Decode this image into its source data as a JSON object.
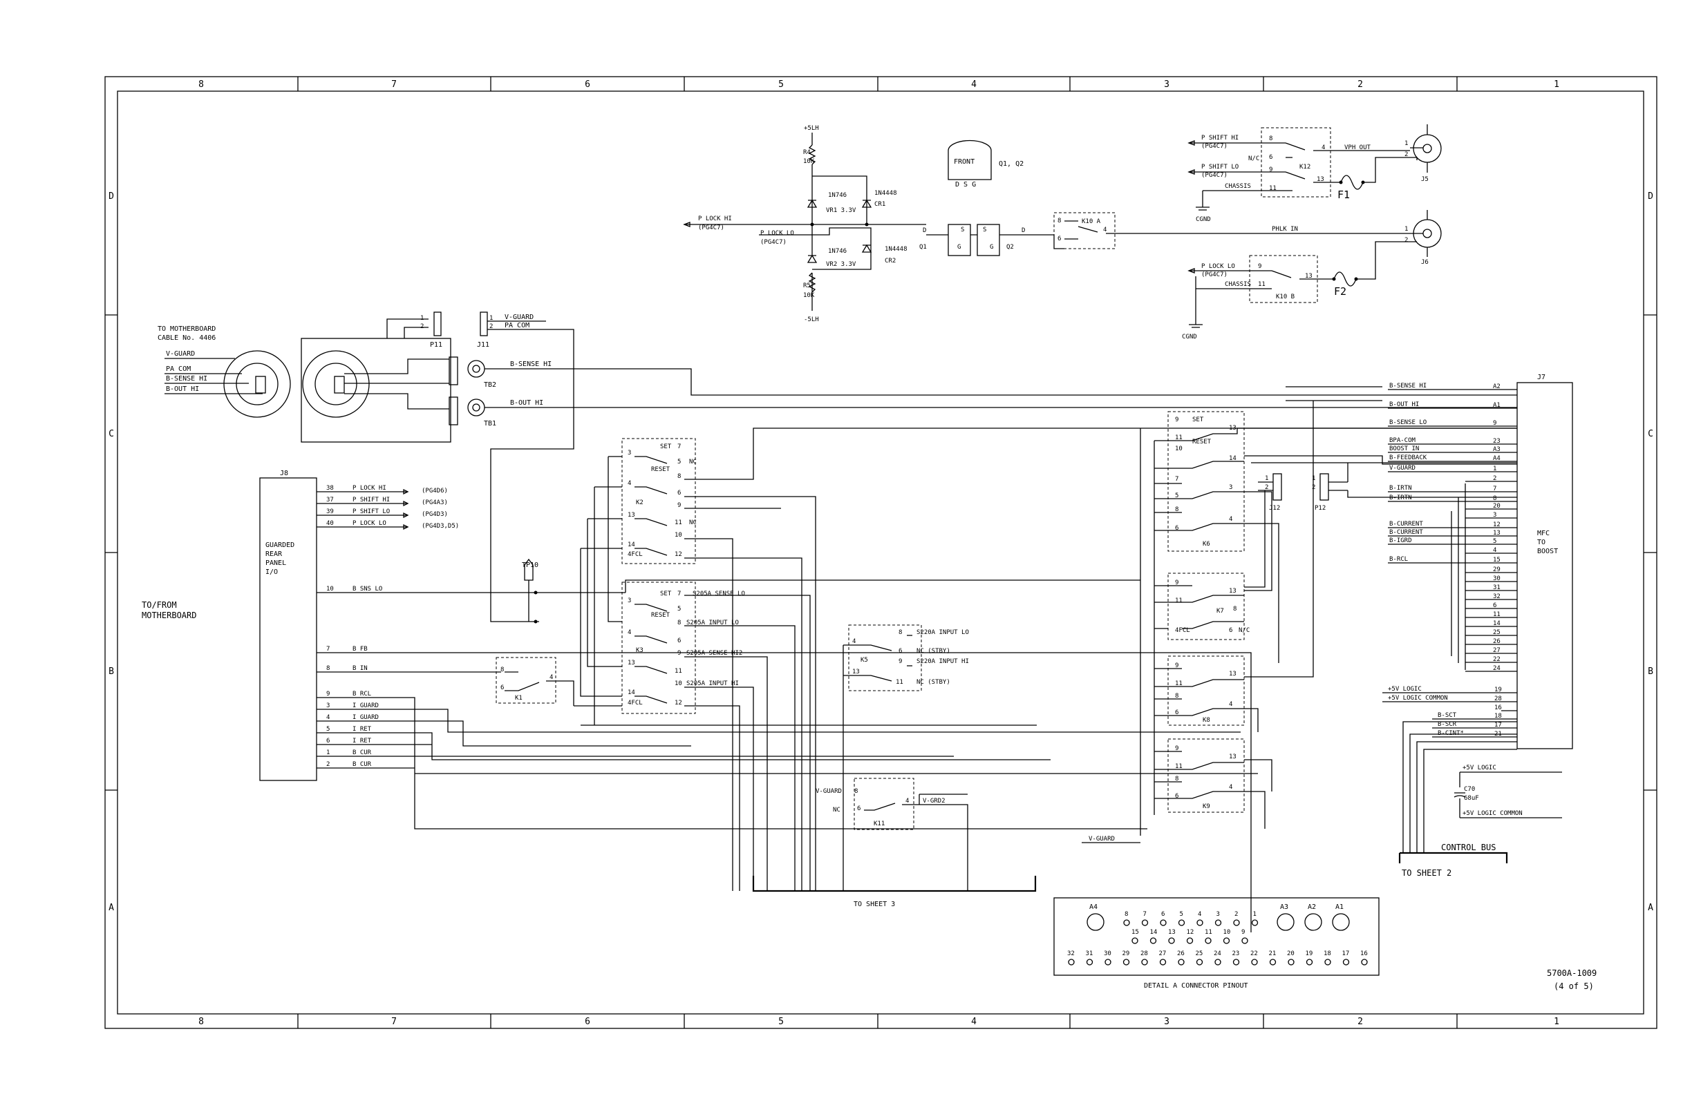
{
  "zones_top": [
    "8",
    "7",
    "6",
    "5",
    "4",
    "3",
    "2",
    "1"
  ],
  "zones_bottom": [
    "8",
    "7",
    "6",
    "5",
    "4",
    "3",
    "2",
    "1"
  ],
  "zones_left": [
    "D",
    "C",
    "B",
    "A"
  ],
  "zones_right": [
    "D",
    "C",
    "B",
    "A"
  ],
  "drawing_number": "5700A-1009",
  "sheet_of": "(4 of 5)",
  "motherboard_cable": [
    "TO MOTHERBOARD",
    "CABLE No. 4406"
  ],
  "cable_signals": [
    "V-GUARD",
    "PA COM",
    "B-SENSE HI",
    "B-OUT HI"
  ],
  "p11_label": "P11",
  "j11_label": "J11",
  "j11_signals": [
    "V-GUARD",
    "PA COM"
  ],
  "tb2_label": "TB2",
  "tb1_label": "TB1",
  "tb2_signal": "B-SENSE HI",
  "tb1_signal": "B-OUT HI",
  "to_from_motherboard": [
    "TO/FROM",
    "MOTHERBOARD"
  ],
  "j8_label": "J8",
  "j8_body": [
    "GUARDED",
    "REAR",
    "PANEL",
    "I/O"
  ],
  "j8_pins": [
    {
      "pin": "38",
      "sig": "P LOCK HI",
      "ref": "(PG4D6)"
    },
    {
      "pin": "37",
      "sig": "P SHIFT HI",
      "ref": "(PG4A3)"
    },
    {
      "pin": "39",
      "sig": "P SHIFT LO",
      "ref": "(PG4D3)"
    },
    {
      "pin": "40",
      "sig": "P LOCK LO",
      "ref": "(PG4D3,D5)"
    },
    {
      "pin": "10",
      "sig": "B SNS LO",
      "ref": ""
    },
    {
      "pin": "7",
      "sig": "B FB",
      "ref": ""
    },
    {
      "pin": "8",
      "sig": "B IN",
      "ref": ""
    },
    {
      "pin": "9",
      "sig": "B RCL",
      "ref": ""
    },
    {
      "pin": "3",
      "sig": "I GUARD",
      "ref": ""
    },
    {
      "pin": "4",
      "sig": "I GUARD",
      "ref": ""
    },
    {
      "pin": "5",
      "sig": "I RET",
      "ref": ""
    },
    {
      "pin": "6",
      "sig": "I RET",
      "ref": ""
    },
    {
      "pin": "1",
      "sig": "B CUR",
      "ref": ""
    },
    {
      "pin": "2",
      "sig": "B CUR",
      "ref": ""
    }
  ],
  "tp10": "TP10",
  "vsupply_top": "+5LH",
  "vsupply_bottom": "-5LH",
  "r4": [
    "R4",
    "10K"
  ],
  "r5": [
    "R5",
    "10K"
  ],
  "vr1": [
    "1N746",
    "VR1 3.3V"
  ],
  "vr2": [
    "1N746",
    "VR2 3.3V"
  ],
  "cr1": [
    "1N4448",
    "CR1"
  ],
  "cr2": [
    "1N4448",
    "CR2"
  ],
  "p_lock_hi": [
    "P LOCK HI",
    "(PG4C7)"
  ],
  "p_lock_lo": [
    "P LOCK LO",
    "(PG4C7)"
  ],
  "fet_pins": [
    "D",
    "G",
    "S",
    "S",
    "G",
    "D"
  ],
  "q1": "Q1",
  "q2": "Q2",
  "front": "FRONT",
  "front_pins": "D S G",
  "q1q2": "Q1, Q2",
  "k10a": {
    "label": "K10 A",
    "pins": [
      "8",
      "6",
      "4"
    ]
  },
  "k12": {
    "label": "K12",
    "pins": [
      "8",
      "4",
      "6",
      "9",
      "11",
      "13"
    ],
    "nc": "N/C"
  },
  "k12_inputs": [
    "P SHIFT HI",
    "(PG4C7)",
    "P SHIFT LO",
    "(PG4C7)",
    "CHASSIS"
  ],
  "vph_out": "VPH OUT",
  "phlk_in": "PHLK IN",
  "f1": "F1",
  "f2": "F2",
  "cgnd": "CGND",
  "j5": "J5",
  "j6": "J6",
  "k10b": {
    "label": "K10 B",
    "pins": [
      "9",
      "11",
      "13"
    ]
  },
  "k10b_inputs": [
    "P LOCK LO",
    "(PG4C7)",
    "CHASSIS"
  ],
  "k2": {
    "label": "K2",
    "set": "SET",
    "reset": "RESET",
    "fcl": "4FCL",
    "pins": [
      "7",
      "3",
      "5",
      "4",
      "6",
      "13",
      "9",
      "11",
      "10",
      "14",
      "12",
      "8"
    ],
    "nc": [
      "NC",
      "NC"
    ]
  },
  "k3": {
    "label": "K3",
    "fcl": "4FCL",
    "pins": [
      "7",
      "3",
      "5",
      "4",
      "6",
      "13",
      "9",
      "11",
      "10",
      "14",
      "12",
      "8"
    ]
  },
  "k3_signals": [
    "S205A SENSE LO",
    "S205A INPUT LO",
    "S205A SENSE HI2",
    "S205A INPUT HI"
  ],
  "k1": {
    "label": "K1",
    "pins": [
      "8",
      "6",
      "4"
    ]
  },
  "k5": {
    "label": "K5",
    "pins": [
      "4",
      "8",
      "6",
      "9",
      "13",
      "11"
    ]
  },
  "k5_signals": [
    "S220A INPUT LO",
    "NC (STBY)",
    "S220A INPUT HI",
    "NC (STBY)"
  ],
  "k11": {
    "label": "K11",
    "pins": [
      "8",
      "6",
      "4"
    ]
  },
  "k11_signals": [
    "V-GUARD",
    "NC",
    "V-GRD2"
  ],
  "k6": {
    "label": "K6",
    "pins": [
      "9",
      "13",
      "11",
      "10",
      "14",
      "7",
      "5",
      "3",
      "8",
      "6",
      "4"
    ],
    "set": "SET",
    "reset": "RESET"
  },
  "k7": {
    "label": "K7",
    "pins": [
      "9",
      "13",
      "11",
      "8",
      "6"
    ],
    "fcl": "4FCL",
    "nc": "N/C"
  },
  "k8": {
    "label": "K8",
    "pins": [
      "9",
      "13",
      "11",
      "8",
      "6",
      "4"
    ]
  },
  "k9": {
    "label": "K9",
    "pins": [
      "9",
      "13",
      "11",
      "8",
      "6",
      "4"
    ]
  },
  "j12": "J12",
  "p12": "P12",
  "v_guard_bottom": "V-GUARD",
  "j7_label": "J7",
  "j7_body": [
    "MFC",
    "TO",
    "BOOST"
  ],
  "j7_pins": [
    {
      "sig": "B-SENSE HI",
      "pin": "A2"
    },
    {
      "sig": "B-OUT HI",
      "pin": "A1"
    },
    {
      "sig": "B-SENSE LO",
      "pin": "9"
    },
    {
      "sig": "BPA-COM",
      "pin": "23"
    },
    {
      "sig": "BOOST IN",
      "pin": "A3"
    },
    {
      "sig": "B-FEEDBACK",
      "pin": "A4"
    },
    {
      "sig": "V-GUARD",
      "pin": "1"
    },
    {
      "sig": "",
      "pin": "2"
    },
    {
      "sig": "B-IRTN",
      "pin": "7"
    },
    {
      "sig": "B-IRTN",
      "pin": "8"
    },
    {
      "sig": "",
      "pin": "20"
    },
    {
      "sig": "",
      "pin": "3"
    },
    {
      "sig": "B-CURRENT",
      "pin": "12"
    },
    {
      "sig": "B-CURRENT",
      "pin": "13"
    },
    {
      "sig": "B-IGRD",
      "pin": "5"
    },
    {
      "sig": "",
      "pin": "4"
    },
    {
      "sig": "B-RCL",
      "pin": "15"
    },
    {
      "sig": "",
      "pin": "29"
    },
    {
      "sig": "",
      "pin": "30"
    },
    {
      "sig": "",
      "pin": "31"
    },
    {
      "sig": "",
      "pin": "32"
    },
    {
      "sig": "",
      "pin": "6"
    },
    {
      "sig": "",
      "pin": "11"
    },
    {
      "sig": "",
      "pin": "14"
    },
    {
      "sig": "",
      "pin": "25"
    },
    {
      "sig": "",
      "pin": "26"
    },
    {
      "sig": "",
      "pin": "27"
    },
    {
      "sig": "",
      "pin": "22"
    },
    {
      "sig": "",
      "pin": "24"
    }
  ],
  "j7_logic": [
    {
      "sig": "+5V LOGIC",
      "pin": "19"
    },
    {
      "sig": "+5V LOGIC COMMON",
      "pin": "28"
    },
    {
      "sig": "",
      "pin": "16"
    },
    {
      "sig": "B-SCT",
      "pin": "18"
    },
    {
      "sig": "B-SCR",
      "pin": "17"
    },
    {
      "sig": "B-CINT*",
      "pin": "21"
    }
  ],
  "c70": [
    "C70",
    "68uF"
  ],
  "logic_lines": [
    "+5V LOGIC",
    "+5V LOGIC COMMON"
  ],
  "control_bus": "CONTROL BUS",
  "to_sheet_2": "TO SHEET 2",
  "to_sheet_3": "TO SHEET 3",
  "pinout_title": "DETAIL A  CONNECTOR PINOUT",
  "pinout_big_left": "A4",
  "pinout_top_row": [
    "8",
    "7",
    "6",
    "5",
    "4",
    "3",
    "2",
    "1"
  ],
  "pinout_big_right": [
    "A3",
    "A2",
    "A1"
  ],
  "pinout_mid_row": [
    "15",
    "14",
    "13",
    "12",
    "11",
    "10",
    "9"
  ],
  "pinout_bottom_row": [
    "32",
    "31",
    "30",
    "29",
    "28",
    "27",
    "26",
    "25",
    "24",
    "23",
    "22",
    "21",
    "20",
    "19",
    "18",
    "17",
    "16"
  ]
}
